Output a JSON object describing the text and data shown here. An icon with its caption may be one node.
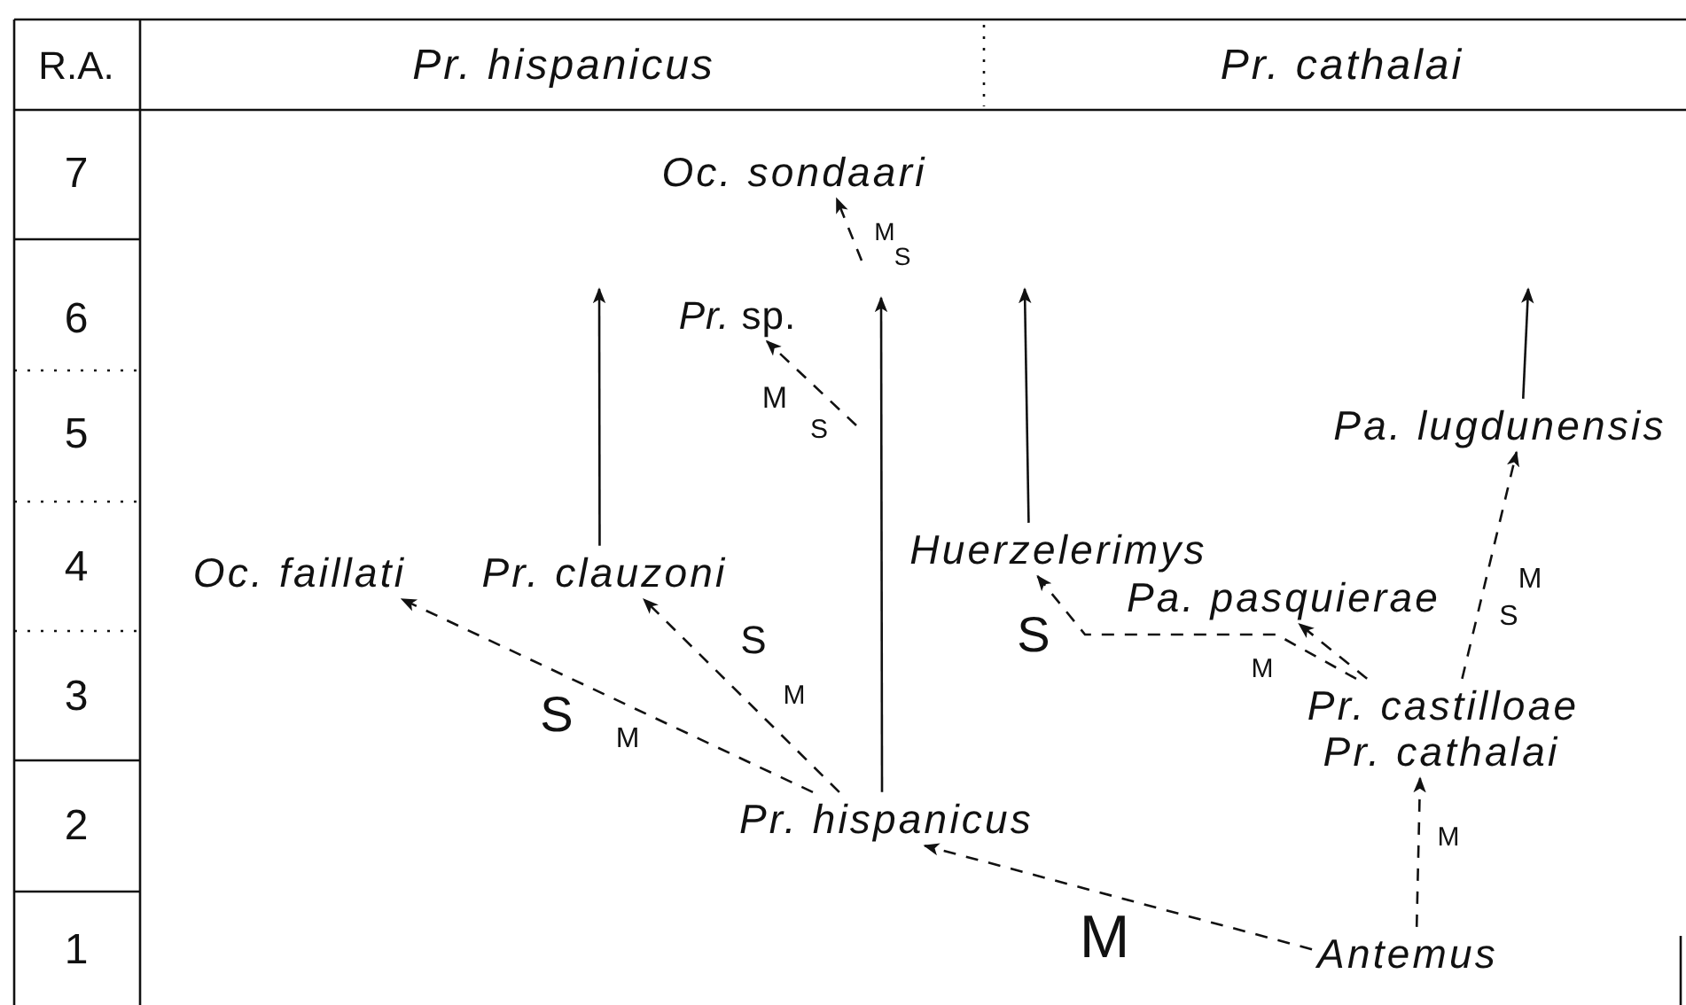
{
  "diagram": {
    "nodes": [
      {
        "text": [
          "Oc. sondaari"
        ]
      },
      {
        "text": [
          "*Pr.* sp."
        ]
      },
      {
        "text": [
          "Oc. faillati"
        ]
      },
      {
        "text": [
          "Pr. clauzoni"
        ]
      },
      {
        "text": [
          "Huerzelerimys"
        ]
      },
      {
        "text": [
          "Pa. pasquierae"
        ]
      },
      {
        "text": [
          "Pa. lugdunensis"
        ]
      },
      {
        "text": [
          "Pr. castilloae"
        ]
      },
      {
        "text": [
          "Pr. cathalai"
        ]
      },
      {
        "text": [
          "Pr. hispanicus"
        ]
      },
      {
        "text": [
          "Antemus"
        ]
      }
    ],
    "edges": [
      {
        "from": null,
        "to": 0,
        "arrow": "to",
        "style": "dashed"
      },
      {
        "from": null,
        "to": 1,
        "arrow": "to",
        "style": "dashed"
      },
      {
        "from": 9,
        "to": 2,
        "arrow": "to",
        "style": "dashed"
      },
      {
        "from": 9,
        "to": 3,
        "arrow": "to",
        "style": "dashed"
      },
      {
        "from": 9,
        "to": null,
        "arrow": "to"
      },
      {
        "from": 3,
        "to": null,
        "arrow": "to"
      },
      {
        "from": 4,
        "to": null,
        "arrow": "to"
      },
      {
        "from": 6,
        "to": null,
        "arrow": "to"
      },
      {
        "from": 7,
        "to": 4,
        "arrow": "to",
        "style": "dashed"
      },
      {
        "from": 7,
        "to": 5,
        "arrow": "to",
        "style": "dashed"
      },
      {
        "from": 7,
        "to": 6,
        "arrow": "to",
        "style": "dashed"
      },
      {
        "from": 10,
        "to": 9,
        "arrow": "to",
        "style": "dashed"
      },
      {
        "from": 10,
        "to": 8,
        "arrow": "to",
        "style": "dashed"
      }
    ],
    "labels": [
      "R.A.",
      "Pr. hispanicus",
      "Pr. cathalai",
      "7",
      "M",
      "S",
      "6",
      "M",
      "S",
      "5",
      "4",
      "M",
      "S",
      "S",
      "M",
      "S",
      "M",
      "3",
      "S",
      "M",
      "2",
      "M",
      "M",
      "1"
    ]
  }
}
